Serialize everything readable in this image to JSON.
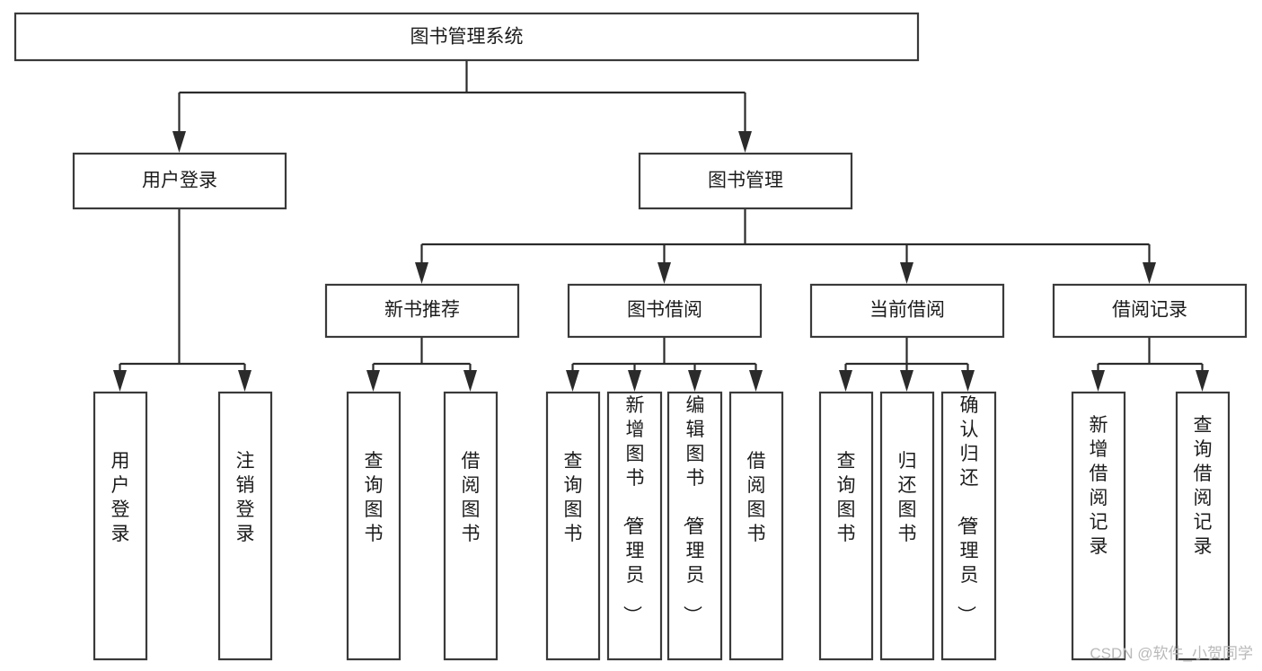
{
  "diagram": {
    "title": "图书管理系统",
    "type": "tree-hierarchy-chart",
    "orientation": "top-down",
    "colors": {
      "box_fill": "#ffffff",
      "box_stroke": "#3a3a3a",
      "connector": "#2b2b2b",
      "text": "#1c1c1c",
      "background": "#ffffff",
      "watermark": "#b9b9b9"
    },
    "root": {
      "label": "图书管理系统"
    },
    "level2": [
      {
        "label": "用户登录"
      },
      {
        "label": "图书管理"
      }
    ],
    "level3": [
      {
        "label": "新书推荐"
      },
      {
        "label": "图书借阅"
      },
      {
        "label": "当前借阅"
      },
      {
        "label": "借阅记录"
      }
    ],
    "leaves": {
      "user_login": [
        {
          "label": "用户登录"
        },
        {
          "label": "注销登录"
        }
      ],
      "new_book_recommend": [
        {
          "label": "查询图书"
        },
        {
          "label": "借阅图书"
        }
      ],
      "book_borrow": [
        {
          "label": "查询图书"
        },
        {
          "label": "新增图书（管理员）"
        },
        {
          "label": "编辑图书（管理员）"
        },
        {
          "label": "借阅图书"
        }
      ],
      "current_borrow": [
        {
          "label": "查询图书"
        },
        {
          "label": "归还图书"
        },
        {
          "label": "确认归还（管理员）"
        }
      ],
      "borrow_record": [
        {
          "label": "新增借阅记录"
        },
        {
          "label": "查询借阅记录"
        }
      ]
    }
  },
  "watermark": {
    "text": "CSDN @软件_小贺同学"
  }
}
